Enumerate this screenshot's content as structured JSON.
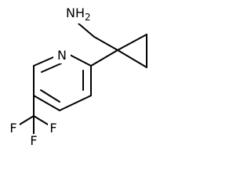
{
  "molecule": {
    "labels": {
      "amine": "NH2",
      "amine_main": "NH",
      "amine_subscript": "2",
      "ring_nitrogen": "N",
      "fluorine_1": "F",
      "fluorine_2": "F",
      "fluorine_3": "F"
    }
  }
}
